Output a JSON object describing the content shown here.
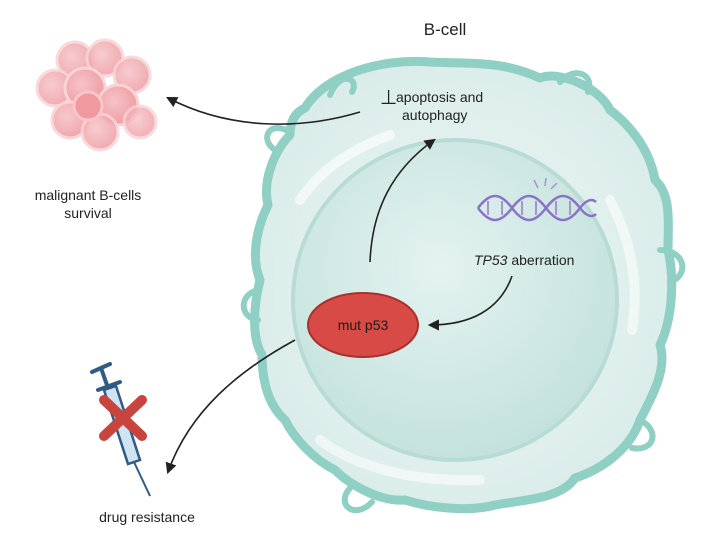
{
  "title": "B-cell",
  "labels": {
    "apoptosis_line1": "apoptosis and",
    "apoptosis_line2": "autophagy",
    "malignant_line1": "malignant B-cells",
    "malignant_line2": "survival",
    "tp53_gene": "TP53",
    "tp53_rest": " aberration",
    "mut_p53": "mut p53",
    "drug_resistance": "drug resistance",
    "inhibit_symbol": "⊥"
  },
  "colors": {
    "cell_membrane": "#8fcfc4",
    "cell_fill": "#e2f1ef",
    "nucleus_fill": "#cfe8e4",
    "mut_p53_fill": "#d84a45",
    "dna_purple": "#8a72c8",
    "cluster_pink": "#f2a9ae",
    "syringe_blue": "#2f5b84",
    "cross_red": "#c8453f",
    "arrow": "#222222"
  },
  "icons": [
    "dna-icon",
    "cell-cluster-icon",
    "syringe-icon",
    "cross-mark-icon"
  ]
}
